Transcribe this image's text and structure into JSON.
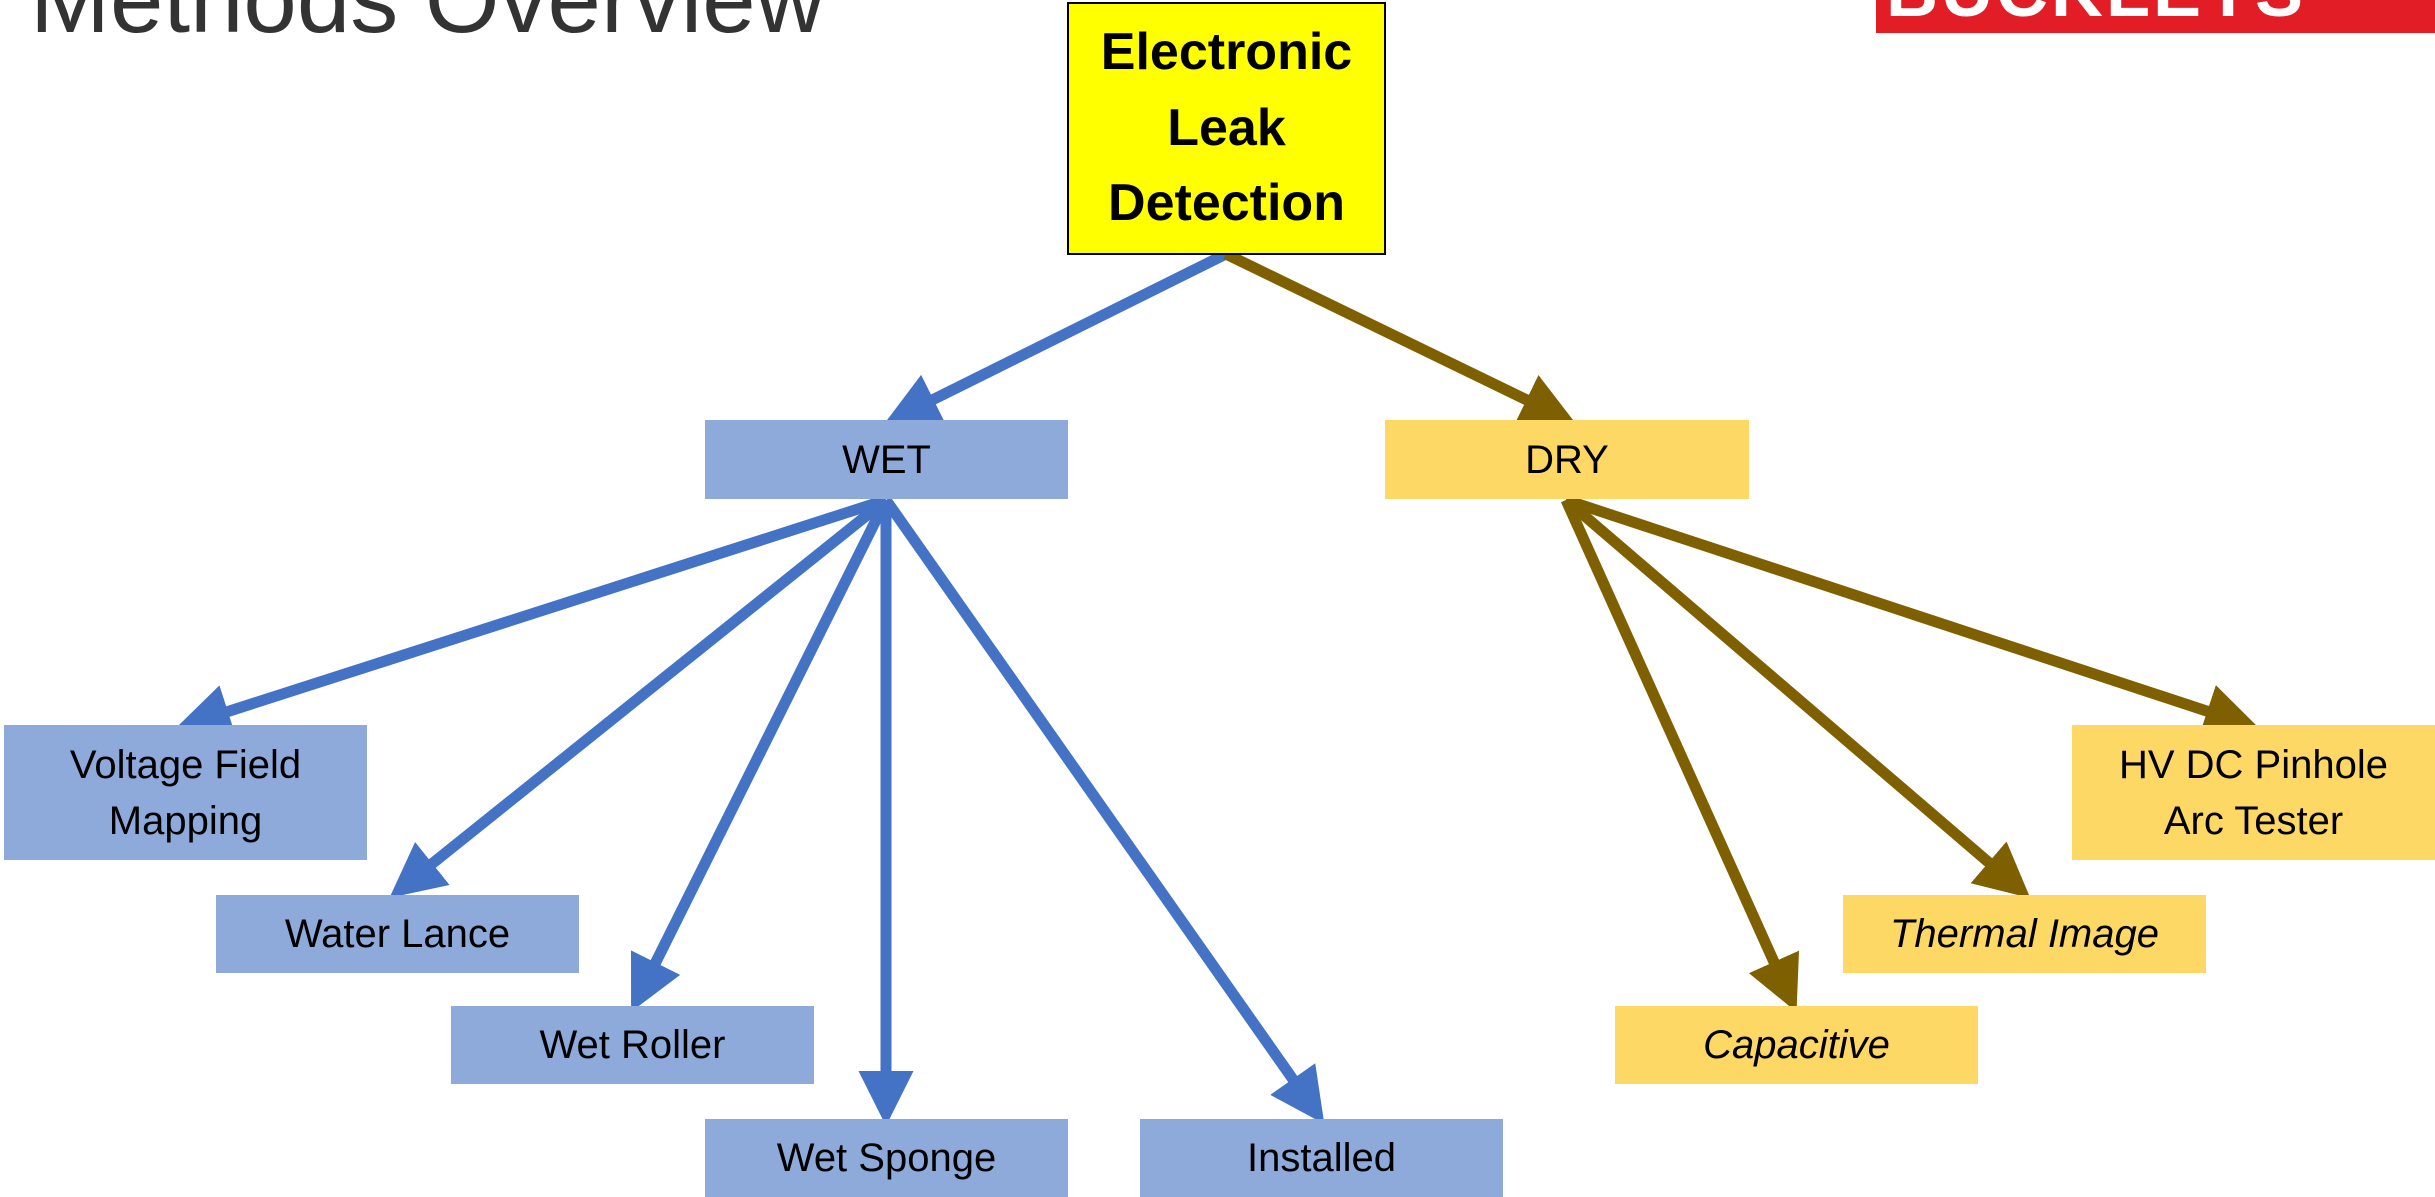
{
  "title": "Methods Overview",
  "logo_text": "BUCKLEYS",
  "colors": {
    "root_fill": "#ffff00",
    "wet_fill": "#8eaadb",
    "wet_arrow": "#4472c4",
    "dry_fill": "#fdd865",
    "dry_arrow": "#7f6000"
  },
  "root": {
    "label": "Electronic\nLeak\nDetection"
  },
  "wet": {
    "label": "WET",
    "children": [
      "Voltage Field\nMapping",
      "Water Lance",
      "Wet Roller",
      "Wet Sponge",
      "Installed"
    ]
  },
  "dry": {
    "label": "DRY",
    "children": [
      "HV DC Pinhole\nArc Tester",
      "Thermal Image",
      "Capacitive"
    ]
  }
}
